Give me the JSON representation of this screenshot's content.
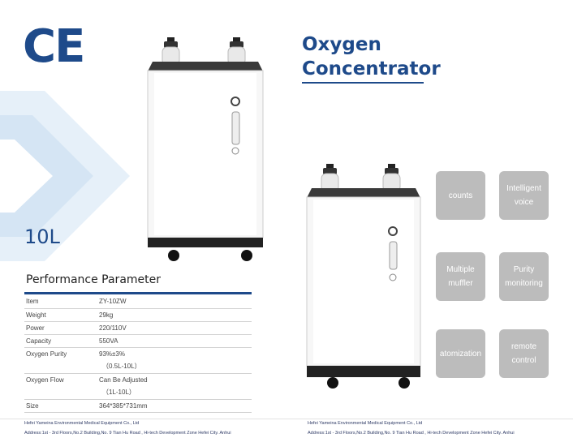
{
  "brand": {
    "ce_mark": "CE",
    "capacity": "10L"
  },
  "title": {
    "line1": "Oxygen",
    "line2": "Concentrator"
  },
  "performance": {
    "heading": "Performance Parameter",
    "rows": [
      {
        "key": "Item",
        "value": "ZY-10ZW"
      },
      {
        "key": "Weight",
        "value": "29kg"
      },
      {
        "key": "Power",
        "value": "220/110V"
      },
      {
        "key": "Capacity",
        "value": "550VA"
      },
      {
        "key": "Oxygen Purity",
        "value": "93%±3%"
      },
      {
        "key": "",
        "value": "（0.5L-10L）"
      },
      {
        "key": "Oxygen Flow",
        "value": "Can Be Adjusted"
      },
      {
        "key": "",
        "value": "（1L-10L）"
      },
      {
        "key": "Size",
        "value": "364*385*731mm"
      }
    ]
  },
  "features": [
    {
      "line1": "counts",
      "line2": ""
    },
    {
      "line1": "Intelligent",
      "line2": "voice"
    },
    {
      "line1": "Multiple",
      "line2": "muffler"
    },
    {
      "line1": "Purity",
      "line2": "monitoring"
    },
    {
      "line1": "atomization",
      "line2": ""
    },
    {
      "line1": "remote",
      "line2": "control"
    }
  ],
  "footer": {
    "left": {
      "company": "Hefei Yameina Environmental Medical Equipment Co., Ltd",
      "address": "Address:1st - 3rd Floors,No.2 Building,No. 9 Tian Hu Road , Hi-tech Development Zone Hefei City. Anhui"
    },
    "right": {
      "company": "Hefei Yameina Environmental Medical Equipment Co., Ltd",
      "address": "Address:1st - 3rd Floors,No.2 Building,No. 9 Tian Hu Road , Hi-tech Development Zone Hefei City. Anhui"
    }
  },
  "colors": {
    "brand_blue": "#1e4a8a",
    "chevron_blue": "#dbe9f6",
    "feature_gray": "#bcbcbc"
  }
}
